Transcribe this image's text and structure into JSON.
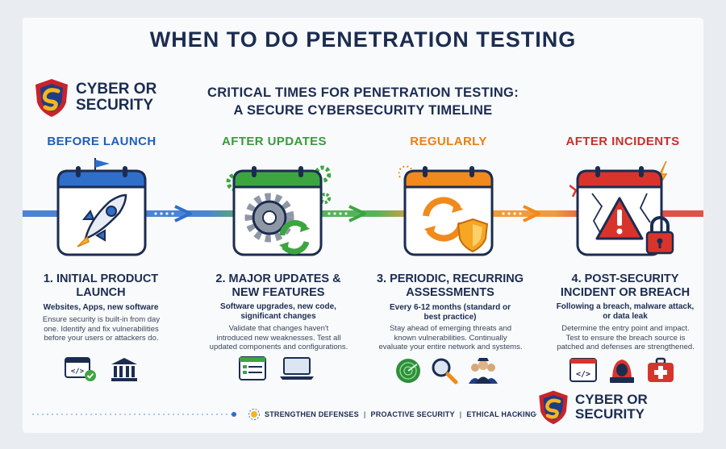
{
  "title": "WHEN TO DO PENETRATION TESTING",
  "logo": {
    "line1": "CYBER OR",
    "line2": "SECURITY"
  },
  "subtitle": {
    "line1": "CRITICAL TIMES FOR PENETRATION TESTING:",
    "line2": "A SECURE CYBERSECURITY TIMELINE"
  },
  "colors": {
    "navy": "#1c2c50",
    "blue": "#2f6fc9",
    "green": "#3ca540",
    "orange": "#f08a1c",
    "red": "#d9342b"
  },
  "stages": [
    {
      "phase": "BEFORE LAUNCH",
      "color": "#1f5fb8",
      "title1": "1. INITIAL PRODUCT",
      "title2": "LAUNCH",
      "subtitle1": "Websites, Apps, new software",
      "subtitle2": "",
      "desc1": "Ensure security is built-in from day",
      "desc2": "one. Identify and fix vulnerabilities",
      "desc3": "before your users or attackers do.",
      "icon": "rocket-icon"
    },
    {
      "phase": "AFTER UPDATES",
      "color": "#3a9a3a",
      "title1": "2. MAJOR UPDATES &",
      "title2": "NEW FEATURES",
      "subtitle1": "Software upgrades, new code,",
      "subtitle2": "significant changes",
      "desc1": "Validate that changes haven't",
      "desc2": "introduced new weaknesses. Test all",
      "desc3": "updated components and configurations.",
      "icon": "gear-refresh-icon"
    },
    {
      "phase": "REGULARLY",
      "color": "#ec7f12",
      "title1": "3. PERIODIC, RECURRING",
      "title2": "ASSESSMENTS",
      "subtitle1": "Every 6-12 months (standard or",
      "subtitle2": "best practice)",
      "desc1": "Stay ahead of emerging threats and",
      "desc2": "known vulnerabilities. Continually",
      "desc3": "evaluate your entire network and systems.",
      "icon": "recurring-shield-icon"
    },
    {
      "phase": "AFTER INCIDENTS",
      "color": "#c8312a",
      "title1": "4. POST-SECURITY",
      "title2": "INCIDENT OR BREACH",
      "subtitle1": "Following a breach, malware attack,",
      "subtitle2": "or data leak",
      "desc1": "Determine the entry point and impact.",
      "desc2": "Test to ensure the breach source is",
      "desc3": "patched and defenses are strengthened.",
      "icon": "warning-lock-icon"
    }
  ],
  "footer": {
    "tag1": "STRENGTHEN DEFENSES",
    "tag2": "PROACTIVE SECURITY",
    "tag3": "ETHICAL HACKING",
    "sep": "|"
  }
}
